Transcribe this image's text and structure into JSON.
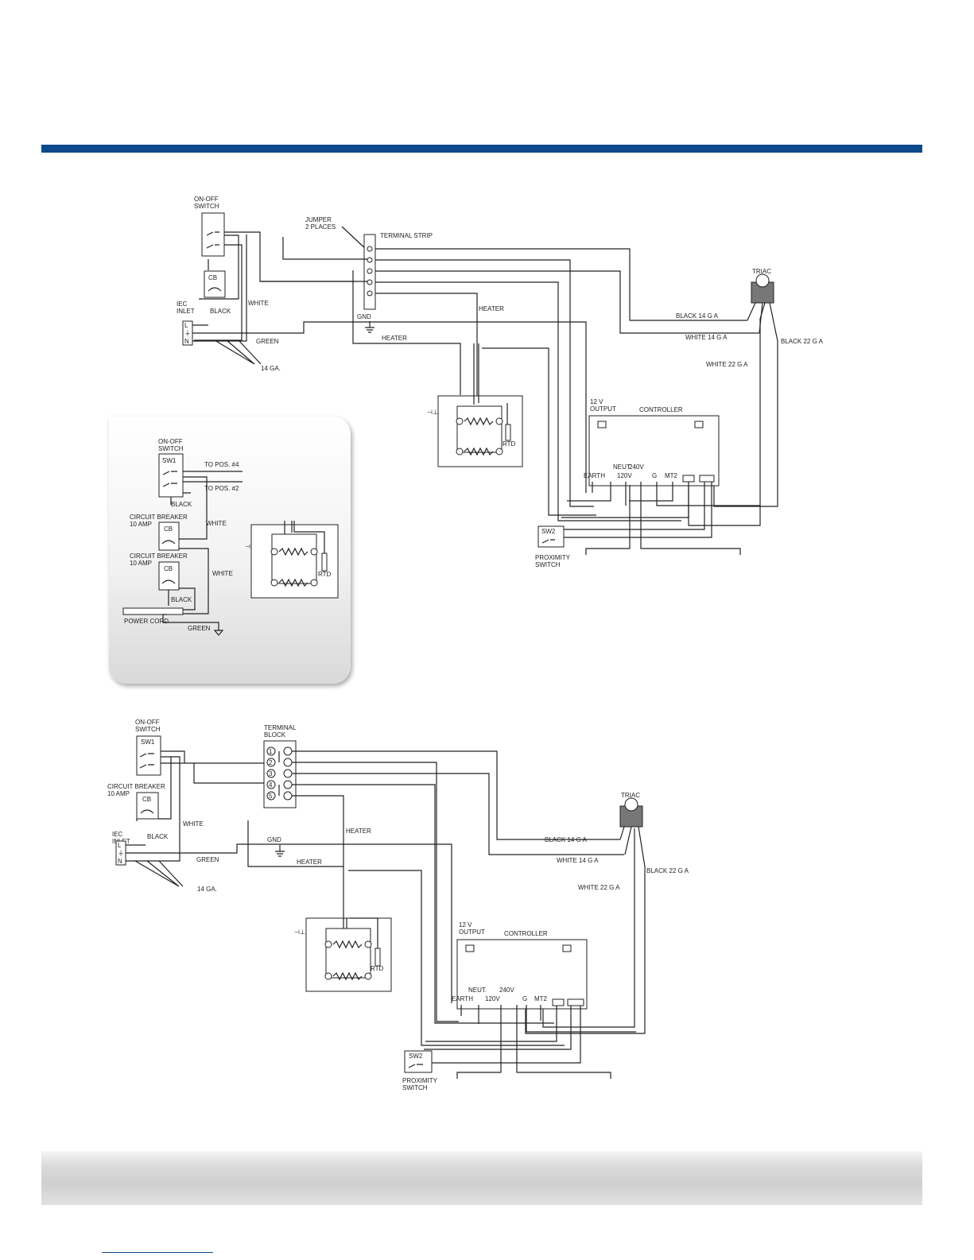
{
  "diagram1": {
    "on_off_switch": "ON-OFF\nSWITCH",
    "jumper": "JUMPER\n2 PLACES",
    "terminal_strip": "TERMINAL STRIP",
    "cb": "CB",
    "iec_inlet": "IEC\nINLET",
    "black": "BLACK",
    "white": "WHITE",
    "green": "GREEN",
    "gauge_14": "14 GA.",
    "gnd": "GND",
    "heater_a": "HEATER",
    "heater_b": "HEATER",
    "triac": "TRIAC",
    "black_14": "BLACK 14 G A",
    "white_14": "WHITE 14 G A",
    "black_22": "BLACK 22 G A",
    "white_22": "WHITE 22 G A",
    "rtd": "RTD",
    "output_12v": "12 V\nOUTPUT",
    "controller": "CONTROLLER",
    "earth": "EARTH",
    "neut": "NEUT.",
    "v120": "120V",
    "v240": "240V",
    "g": "G",
    "mt2": "MT2",
    "sw2": "SW2",
    "proximity_switch": "PROXIMITY\nSWITCH",
    "iec_pins": [
      "L",
      "⏚",
      "N"
    ]
  },
  "inset": {
    "on_off_switch": "ON-OFF\nSWITCH",
    "sw1": "SW1",
    "to_pos_4": "TO POS. #4",
    "to_pos_2": "TO POS. #2",
    "black_1": "BLACK",
    "circuit_breaker_1": "CIRCUIT BREAKER\n10 AMP",
    "cb_1": "CB",
    "white_1": "WHITE",
    "circuit_breaker_2": "CIRCUIT BREAKER\n10 AMP",
    "cb_2": "CB",
    "white_2": "WHITE",
    "black_2": "BLACK",
    "power_cord": "POWER CORD",
    "green": "GREEN",
    "rtd": "RTD"
  },
  "diagram2": {
    "on_off_switch": "ON-OFF\nSWITCH",
    "sw1": "SW1",
    "terminal_block": "TERMINAL\nBLOCK",
    "circuit_breaker": "CIRCUIT BREAKER\n10 AMP",
    "cb": "CB",
    "iec_inlet": "IEC\nINLET",
    "black": "BLACK",
    "white": "WHITE",
    "green": "GREEN",
    "gauge_14": "14 GA.",
    "gnd": "GND",
    "heater_a": "HEATER",
    "heater_b": "HEATER",
    "triac": "TRIAC",
    "black_14": "BLACK 14 G A",
    "white_14": "WHITE 14 G A",
    "black_22": "BLACK 22 G A",
    "white_22": "WHITE 22 G A",
    "rtd": "RTD",
    "output_12v": "12 V\nOUTPUT",
    "controller": "CONTROLLER",
    "earth": "EARTH",
    "neut": "NEUT.",
    "v120": "120V",
    "v240": "240V",
    "g": "G",
    "mt2": "MT2",
    "sw2": "SW2",
    "proximity_switch": "PROXIMITY\nSWITCH",
    "block_numbers": [
      "1",
      "2",
      "3",
      "4",
      "5"
    ],
    "iec_pins": [
      "L",
      "⏚",
      "N"
    ]
  },
  "colors": {
    "header_bar": "#0d4a8c",
    "wire": "#222222"
  }
}
